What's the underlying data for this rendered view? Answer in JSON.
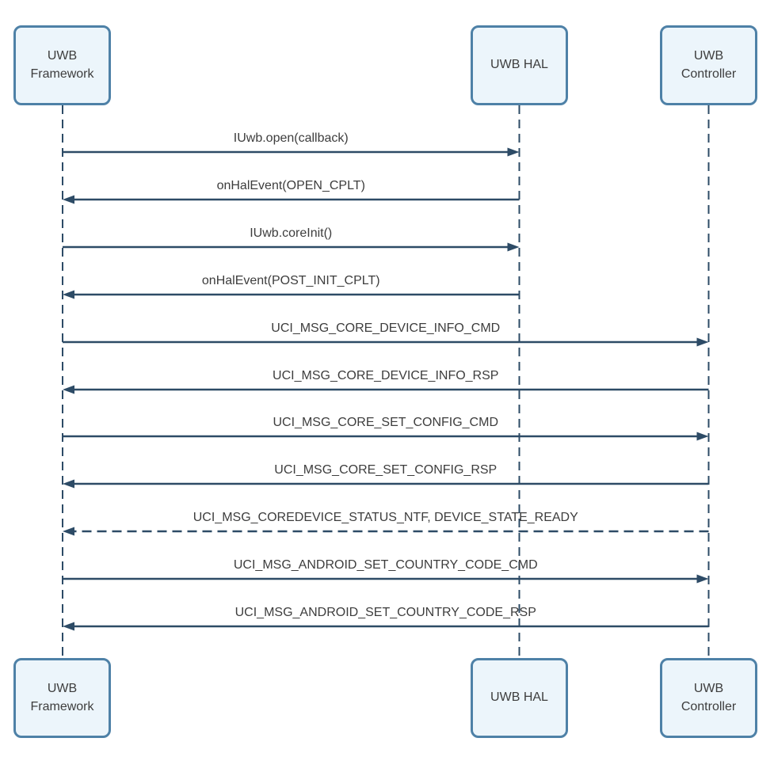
{
  "diagram": {
    "type": "sequence",
    "colors": {
      "line": "#2d4b66",
      "box_border": "#4e81a7",
      "box_fill": "#ecf5fb",
      "text": "#3d3d3d",
      "background": "#ffffff"
    },
    "participants": [
      {
        "id": "framework",
        "label": "UWB\nFramework"
      },
      {
        "id": "hal",
        "label": "UWB HAL"
      },
      {
        "id": "controller",
        "label": "UWB\nController"
      }
    ],
    "messages": [
      {
        "label": "IUwb.open(callback)",
        "from": "framework",
        "to": "hal",
        "line": "solid"
      },
      {
        "label": "onHalEvent(OPEN_CPLT)",
        "from": "hal",
        "to": "framework",
        "line": "solid"
      },
      {
        "label": "IUwb.coreInit()",
        "from": "framework",
        "to": "hal",
        "line": "solid"
      },
      {
        "label": "onHalEvent(POST_INIT_CPLT)",
        "from": "hal",
        "to": "framework",
        "line": "solid"
      },
      {
        "label": "UCI_MSG_CORE_DEVICE_INFO_CMD",
        "from": "framework",
        "to": "controller",
        "line": "solid"
      },
      {
        "label": "UCI_MSG_CORE_DEVICE_INFO_RSP",
        "from": "controller",
        "to": "framework",
        "line": "solid"
      },
      {
        "label": "UCI_MSG_CORE_SET_CONFIG_CMD",
        "from": "framework",
        "to": "controller",
        "line": "solid"
      },
      {
        "label": "UCI_MSG_CORE_SET_CONFIG_RSP",
        "from": "controller",
        "to": "framework",
        "line": "solid"
      },
      {
        "label": "UCI_MSG_COREDEVICE_STATUS_NTF, DEVICE_STATE_READY",
        "from": "controller",
        "to": "framework",
        "line": "dashed"
      },
      {
        "label": "UCI_MSG_ANDROID_SET_COUNTRY_CODE_CMD",
        "from": "framework",
        "to": "controller",
        "line": "solid"
      },
      {
        "label": "UCI_MSG_ANDROID_SET_COUNTRY_CODE_RSP",
        "from": "controller",
        "to": "framework",
        "line": "solid"
      }
    ]
  }
}
